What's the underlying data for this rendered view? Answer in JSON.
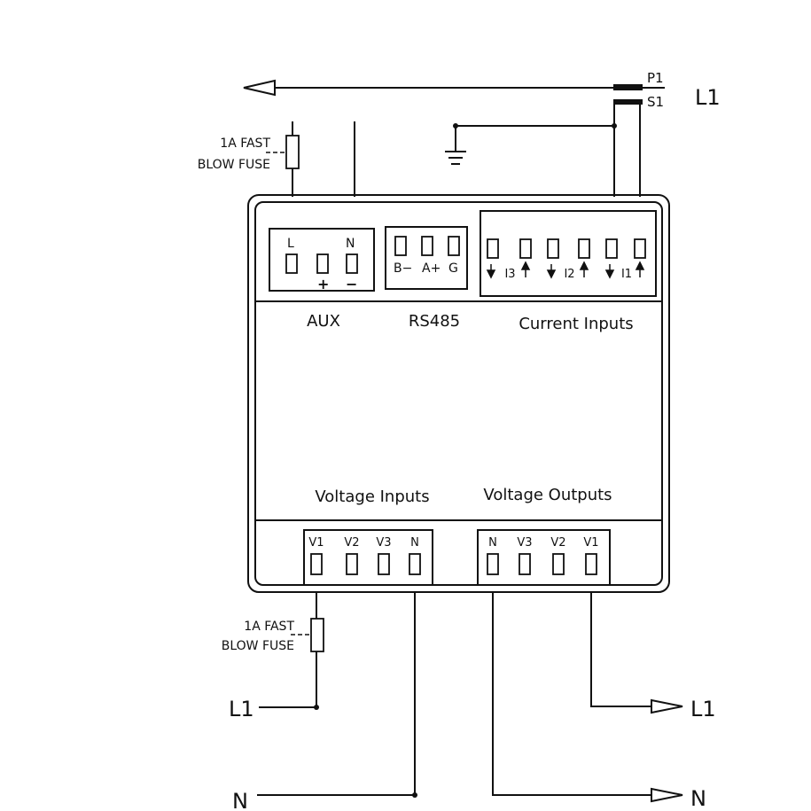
{
  "ct": {
    "p1": "P1",
    "s1": "S1",
    "line": "L1"
  },
  "fuse_top": {
    "line1": "1A FAST",
    "line2": "BLOW FUSE"
  },
  "fuse_bottom": {
    "line1": "1A FAST",
    "line2": "BLOW FUSE"
  },
  "aux": {
    "label": "AUX",
    "terminals": [
      "L",
      "N"
    ],
    "signs": [
      "+",
      "−"
    ]
  },
  "rs485": {
    "label": "RS485",
    "terminals": [
      "B−",
      "A+",
      "G"
    ]
  },
  "current_inputs": {
    "label": "Current Inputs",
    "channels": [
      "I3",
      "I2",
      "I1"
    ]
  },
  "voltage_inputs": {
    "label": "Voltage Inputs",
    "terminals": [
      "V1",
      "V2",
      "V3",
      "N"
    ]
  },
  "voltage_outputs": {
    "label": "Voltage Outputs",
    "terminals": [
      "N",
      "V3",
      "V2",
      "V1"
    ]
  },
  "bottom": {
    "left_l1": "L1",
    "left_n": "N",
    "right_l1": "L1",
    "right_n": "N"
  }
}
